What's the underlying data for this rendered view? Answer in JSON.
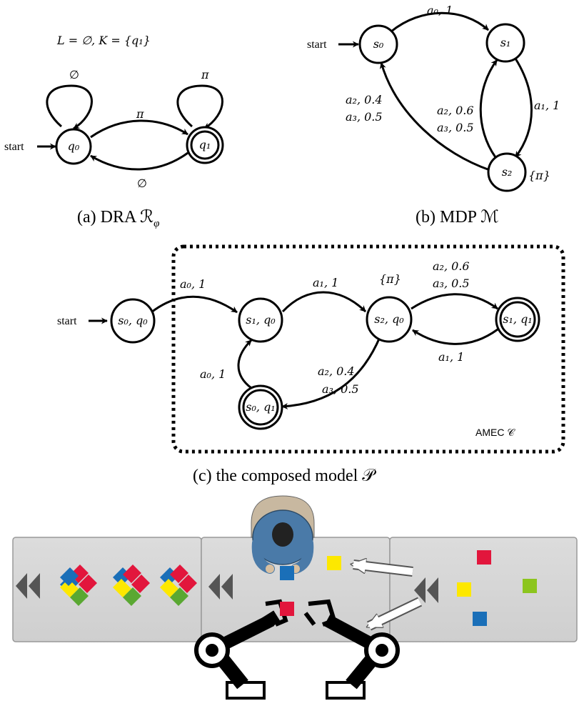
{
  "dra": {
    "acceptance": "L = ∅, K = {q₁}",
    "start_label": "start",
    "states": {
      "q0": "q₀",
      "q1": "q₁"
    },
    "edges": {
      "q0_self": "∅",
      "q1_self": "π",
      "q0_to_q1": "π",
      "q1_to_q0": "∅"
    },
    "caption": "(a)  DRA ℛ",
    "caption_sub": "φ"
  },
  "mdp": {
    "start_label": "start",
    "states": {
      "s0": "s₀",
      "s1": "s₁",
      "s2": "s₂"
    },
    "edges": {
      "s0_to_s1": "a₀, 1",
      "s2_to_s0_a": "a₂, 0.4",
      "s2_to_s0_b": "a₃, 0.5",
      "s1_to_s2": "a₁, 1",
      "s2_to_s1_a": "a₂, 0.6",
      "s2_to_s1_b": "a₃, 0.5"
    },
    "s2_label": "{π}",
    "caption": "(b)  MDP ℳ"
  },
  "product": {
    "start_label": "start",
    "states": {
      "s0q0": "s₀, q₀",
      "s1q0": "s₁, q₀",
      "s2q0": "s₂, q₀",
      "s1q1": "s₁, q₁",
      "s0q1": "s₀, q₁"
    },
    "edges": {
      "s0q0_to_s1q0": "a₀, 1",
      "s1q0_to_s2q0": "a₁, 1",
      "s2q0_to_s1q1_a": "a₂, 0.6",
      "s2q0_to_s1q1_b": "a₃, 0.5",
      "s1q1_to_s2q0": "a₁, 1",
      "s2q0_to_s0q1_a": "a₂, 0.4",
      "s2q0_to_s0q1_b": "a₃, 0.5",
      "s0q1_to_s1q0": "a₀, 1"
    },
    "s2q0_label": "{π}",
    "amec_label": "AMEC 𝒞",
    "caption": "(c)  the composed model 𝒫"
  },
  "scene": {
    "colors": {
      "red": "#e2163c",
      "yellow": "#fde800",
      "blue": "#1a6fb8",
      "green": "#8cc51e",
      "belt": "#d8d8d8",
      "shirt": "#4a7aa8"
    }
  }
}
